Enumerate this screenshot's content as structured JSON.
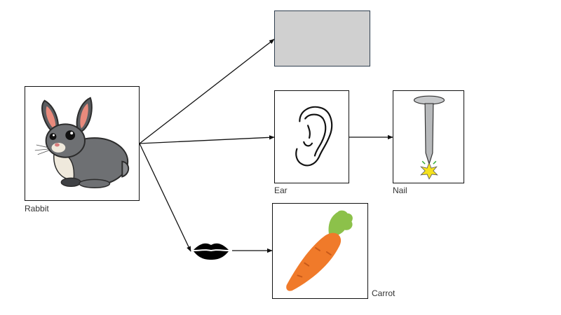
{
  "diagram": {
    "nodes": [
      {
        "id": "rabbit",
        "label": "Rabbit",
        "icon": "rabbit-icon"
      },
      {
        "id": "blank",
        "icon": "none",
        "fill": "#d0d0d0",
        "border": "#2f3f4f"
      },
      {
        "id": "ear",
        "label": "Ear",
        "icon": "ear-icon"
      },
      {
        "id": "nail",
        "label": "Nail",
        "icon": "nail-icon"
      },
      {
        "id": "lips",
        "icon": "lips-icon"
      },
      {
        "id": "carrot",
        "label": "Carrot",
        "icon": "carrot-icon"
      }
    ],
    "edges": [
      {
        "from": "rabbit",
        "to": "blank"
      },
      {
        "from": "rabbit",
        "to": "ear"
      },
      {
        "from": "rabbit",
        "to": "lips"
      },
      {
        "from": "ear",
        "to": "nail"
      },
      {
        "from": "lips",
        "to": "carrot"
      }
    ],
    "colors": {
      "line": "#111111",
      "rabbit_body": "#6e7073",
      "rabbit_ear_inner": "#e98a7c",
      "carrot": "#f07a2a",
      "carrot_leaves": "#8cc14a",
      "nail": "#b7b9bb",
      "spark": "#f5e11d",
      "blank_fill": "#d0d0d0"
    }
  }
}
